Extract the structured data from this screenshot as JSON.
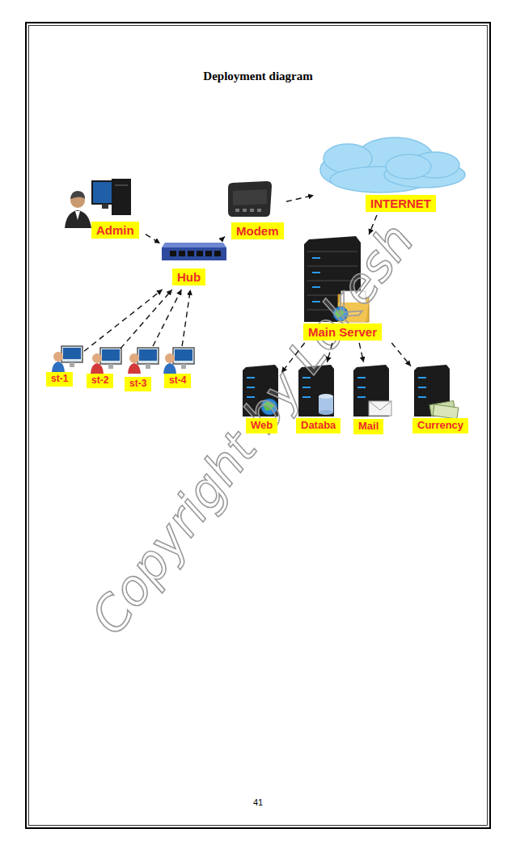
{
  "diagram": {
    "title": "Deployment diagram",
    "nodes": [
      {
        "text": [
          "Admin"
        ]
      },
      {
        "text": [
          "Modem"
        ]
      },
      {
        "text": [
          "INTERNET"
        ]
      },
      {
        "text": [
          "Hub"
        ]
      },
      {
        "text": [
          "Main Server"
        ]
      },
      {
        "text": [
          "st-1"
        ]
      },
      {
        "text": [
          "st-2"
        ]
      },
      {
        "text": [
          "st-3"
        ]
      },
      {
        "text": [
          "st-4"
        ]
      },
      {
        "text": [
          "Web"
        ]
      },
      {
        "text": [
          "Databa"
        ]
      },
      {
        "text": [
          "Mail"
        ]
      },
      {
        "text": [
          "Currency"
        ]
      }
    ],
    "edges": [
      {
        "from": 0,
        "to": 3,
        "arrow": "to"
      },
      {
        "from": 3,
        "to": 1,
        "arrow": "to"
      },
      {
        "from": 1,
        "to": 2,
        "arrow": "to"
      },
      {
        "from": 2,
        "to": 4,
        "arrow": "to"
      },
      {
        "from": 5,
        "to": 3,
        "arrow": "to"
      },
      {
        "from": 6,
        "to": 3,
        "arrow": "to"
      },
      {
        "from": 7,
        "to": 3,
        "arrow": "to"
      },
      {
        "from": 8,
        "to": 3,
        "arrow": "to"
      },
      {
        "from": 4,
        "to": 9,
        "arrow": "to"
      },
      {
        "from": 4,
        "to": 10,
        "arrow": "to"
      },
      {
        "from": 4,
        "to": 11,
        "arrow": "to"
      },
      {
        "from": 4,
        "to": 12,
        "arrow": "to"
      }
    ],
    "labels": [
      "Copyright by Lokesh",
      "41"
    ]
  }
}
